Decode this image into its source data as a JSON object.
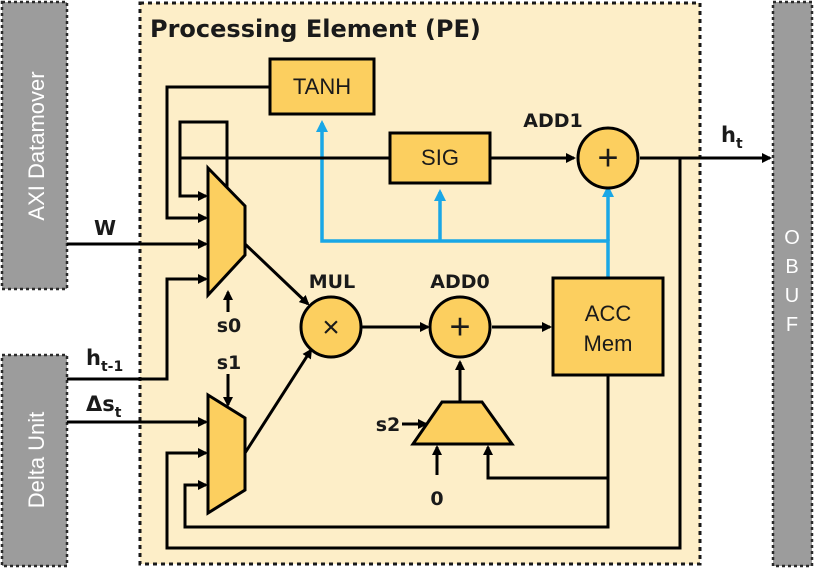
{
  "title": "Processing Element (PE)",
  "side_blocks": {
    "axi": "AXI Datamover",
    "delta": "Delta Unit",
    "obuf": [
      "O",
      "B",
      "U",
      "F"
    ]
  },
  "blocks": {
    "tanh": "TANH",
    "sig": "SIG",
    "acc_line1": "ACC",
    "acc_line2": "Mem"
  },
  "operators": {
    "mul_label": "MUL",
    "mul_symbol": "×",
    "add0_label": "ADD0",
    "add0_symbol": "+",
    "add1_label": "ADD1",
    "add1_symbol": "+"
  },
  "signals": {
    "w": "W",
    "h_prev_base": "h",
    "h_prev_sub": "t-1",
    "delta_s_base": "Δs",
    "delta_s_sub": "t",
    "h_out_base": "h",
    "h_out_sub": "t",
    "s0": "s0",
    "s1": "s1",
    "s2": "s2",
    "zero": "0"
  },
  "colors": {
    "pe_fill": "#fdeec8",
    "block_fill": "#fccf5f",
    "side_fill": "#9c9c9c",
    "blue_wire": "#1aa7e6"
  }
}
